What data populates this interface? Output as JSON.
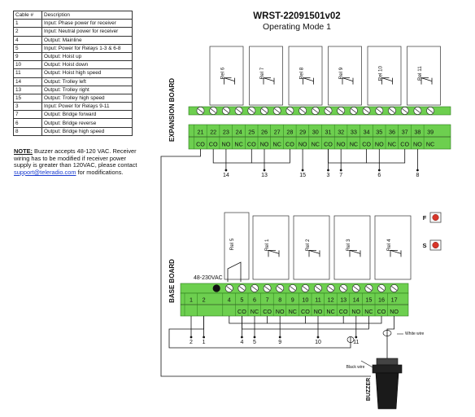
{
  "title": "WRST-22091501v02",
  "subtitle": "Operating Mode 1",
  "cable_table": {
    "headers": [
      "Cable #",
      "Description"
    ],
    "rows": [
      [
        "1",
        "Input: Phase power for receiver"
      ],
      [
        "2",
        "Input: Neutral power for receiver"
      ],
      [
        "4",
        "Output: Mainline"
      ],
      [
        "5",
        "Input: Power for Relays 1-3 & 6-8"
      ],
      [
        "9",
        "Output: Hoist up"
      ],
      [
        "10",
        "Output: Hoist down"
      ],
      [
        "11",
        "Output: Hoist high speed"
      ],
      [
        "14",
        "Output: Trolley left"
      ],
      [
        "13",
        "Output: Trolley right"
      ],
      [
        "15",
        "Output: Trolley high speed"
      ],
      [
        "3",
        "Input: Power for Relays 9-11"
      ],
      [
        "7",
        "Output: Bridge forward"
      ],
      [
        "6",
        "Output: Bridge reverse"
      ],
      [
        "8",
        "Output: Bridge high speed"
      ]
    ]
  },
  "note": {
    "label": "NOTE:",
    "text": " Buzzer accepts 48-120 VAC. Receiver wiring has to be modified if receiver power supply is greater than 120VAC, please contact ",
    "email": "support@teleradio.com",
    "tail": " for modifications."
  },
  "expansion_board": {
    "label": "EXPANSION BOARD",
    "relays": [
      "Rel 6",
      "Rel 7",
      "Rel 8",
      "Rel 9",
      "Rel 10",
      "Rel 11"
    ],
    "terminals": [
      "21",
      "22",
      "23",
      "24",
      "25",
      "26",
      "27",
      "28",
      "29",
      "30",
      "31",
      "32",
      "33",
      "34",
      "35",
      "36",
      "37",
      "38",
      "39"
    ],
    "functions": [
      "CO",
      "CO",
      "NO",
      "NC",
      "CO",
      "NO",
      "NC",
      "CO",
      "NO",
      "NC",
      "CO",
      "NO",
      "NC",
      "CO",
      "NO",
      "NC",
      "CO",
      "NO",
      "NC"
    ],
    "cables": [
      "14",
      "13",
      "15",
      "3",
      "7",
      "6",
      "8"
    ]
  },
  "base_board": {
    "label": "BASE BOARD",
    "voltage": "48-230VAC",
    "relays": [
      "Rel 5",
      "Rel 1",
      "Rel 2",
      "Rel 3",
      "Rel 4"
    ],
    "terminals": [
      "1",
      "2",
      "4",
      "5",
      "6",
      "7",
      "8",
      "9",
      "10",
      "11",
      "12",
      "13",
      "14",
      "15",
      "16",
      "17"
    ],
    "functions": [
      "CO",
      "NC",
      "CO",
      "NO",
      "NC",
      "CO",
      "NO",
      "NC",
      "CO",
      "NO",
      "NC",
      "CO",
      "NO"
    ],
    "cables": [
      "2",
      "1",
      "4",
      "5",
      "9",
      "10",
      "11"
    ]
  },
  "leds": [
    "F",
    "S"
  ],
  "white_wire": "White wire",
  "black_wire": "Black wire",
  "buzzer": "BUZZER",
  "colors": {
    "green": "#6dcf4f",
    "led": "#d8362a"
  }
}
